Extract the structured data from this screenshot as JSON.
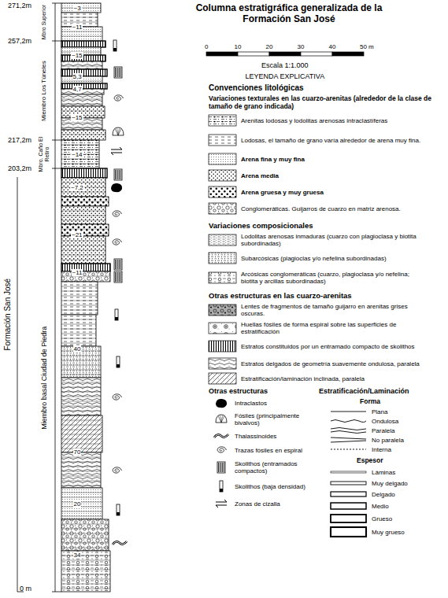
{
  "diagram": {
    "title": "Columna estratigráfica generalizada de la Formación San José",
    "labels": [
      "271,2m",
      "257,2m",
      "217,2m",
      "203,2m",
      "0 m",
      "Formación San José",
      "Mbro Superior",
      "Miembro Los Túneles",
      "Mbro. Caño El Retiro",
      "Miembro basal Ciudad de Piedra",
      "~3",
      "~11",
      "~15",
      "5,3",
      "4,7",
      "~15",
      "~14",
      "~7,2",
      "~21",
      "~11",
      "40",
      "70",
      "20",
      "34",
      "0",
      "10",
      "20",
      "30",
      "40",
      "50 m",
      "Escala 1:1.000",
      "LEYENDA EXPLICATIVA",
      "Convenciones litológicas",
      "Variaciones texturales en las cuarzo-arenitas (alrededor de la clase de tamaño de grano indicada)",
      "Variaciones composicionales",
      "Otras estructuras en las cuarzo-arenitas",
      "Otras estructuras",
      "Estratificación/Laminación",
      "Forma",
      "Espesor"
    ],
    "legend": [
      {
        "text": "Arenitas lodosas y lodolitas arenosas intraclastíferas"
      },
      {
        "text": "Lodosas, el tamaño de grano varía alrededor de arena muy fina."
      },
      {
        "text": "Arena fina y muy fina"
      },
      {
        "text": "Arena media"
      },
      {
        "text": "Arena gruesa y muy gruesa"
      },
      {
        "text": "Conglomeráticas. Guijarros de cuarzo en matriz arenosa."
      },
      {
        "text": "Lodolitas arenosas inmaduras (cuarzo con plagioclasa y biotita subordinadas)"
      },
      {
        "text": "Subarcósicas (plagioclas y/o nefelina subordinadas)"
      },
      {
        "text": "Arcósicas conglomeráticas (cuarzo, plagioclasa y/o nefelina; biotita y arcillas subordinadas)"
      },
      {
        "text": "Lentes de fragmentos de tamaño guijarro en arenitas grises oscuras."
      },
      {
        "text": "Huellas fósiles de forma espiral sobre las superficies de estratificación"
      },
      {
        "text": "Estratos constituidos por un entramado compacto de skolithos"
      },
      {
        "text": "Estratos delgados de geometría suavemente ondulosa, paralela"
      },
      {
        "text": "Estratificación/laminación inclinada, paralela"
      },
      {
        "text": "Intraclastos"
      },
      {
        "text": "Fósiles (principalmente bivalvos)"
      },
      {
        "text": "Thalassinoides"
      },
      {
        "text": "Trazas fósiles en espiral"
      },
      {
        "text": "Skolithos (entramados compactos)"
      },
      {
        "text": "Skolithos (baja densidad)"
      },
      {
        "text": "Zonas de cizalla"
      },
      {
        "text": "Plana"
      },
      {
        "text": "Ondulosa"
      },
      {
        "text": "Paralela"
      },
      {
        "text": "No paralela"
      },
      {
        "text": "Interna"
      },
      {
        "text": "Láminas"
      },
      {
        "text": "Muy delgado"
      },
      {
        "text": "Delgado"
      },
      {
        "text": "Medio"
      },
      {
        "text": "Grueso"
      },
      {
        "text": "Muy grueso"
      }
    ]
  }
}
